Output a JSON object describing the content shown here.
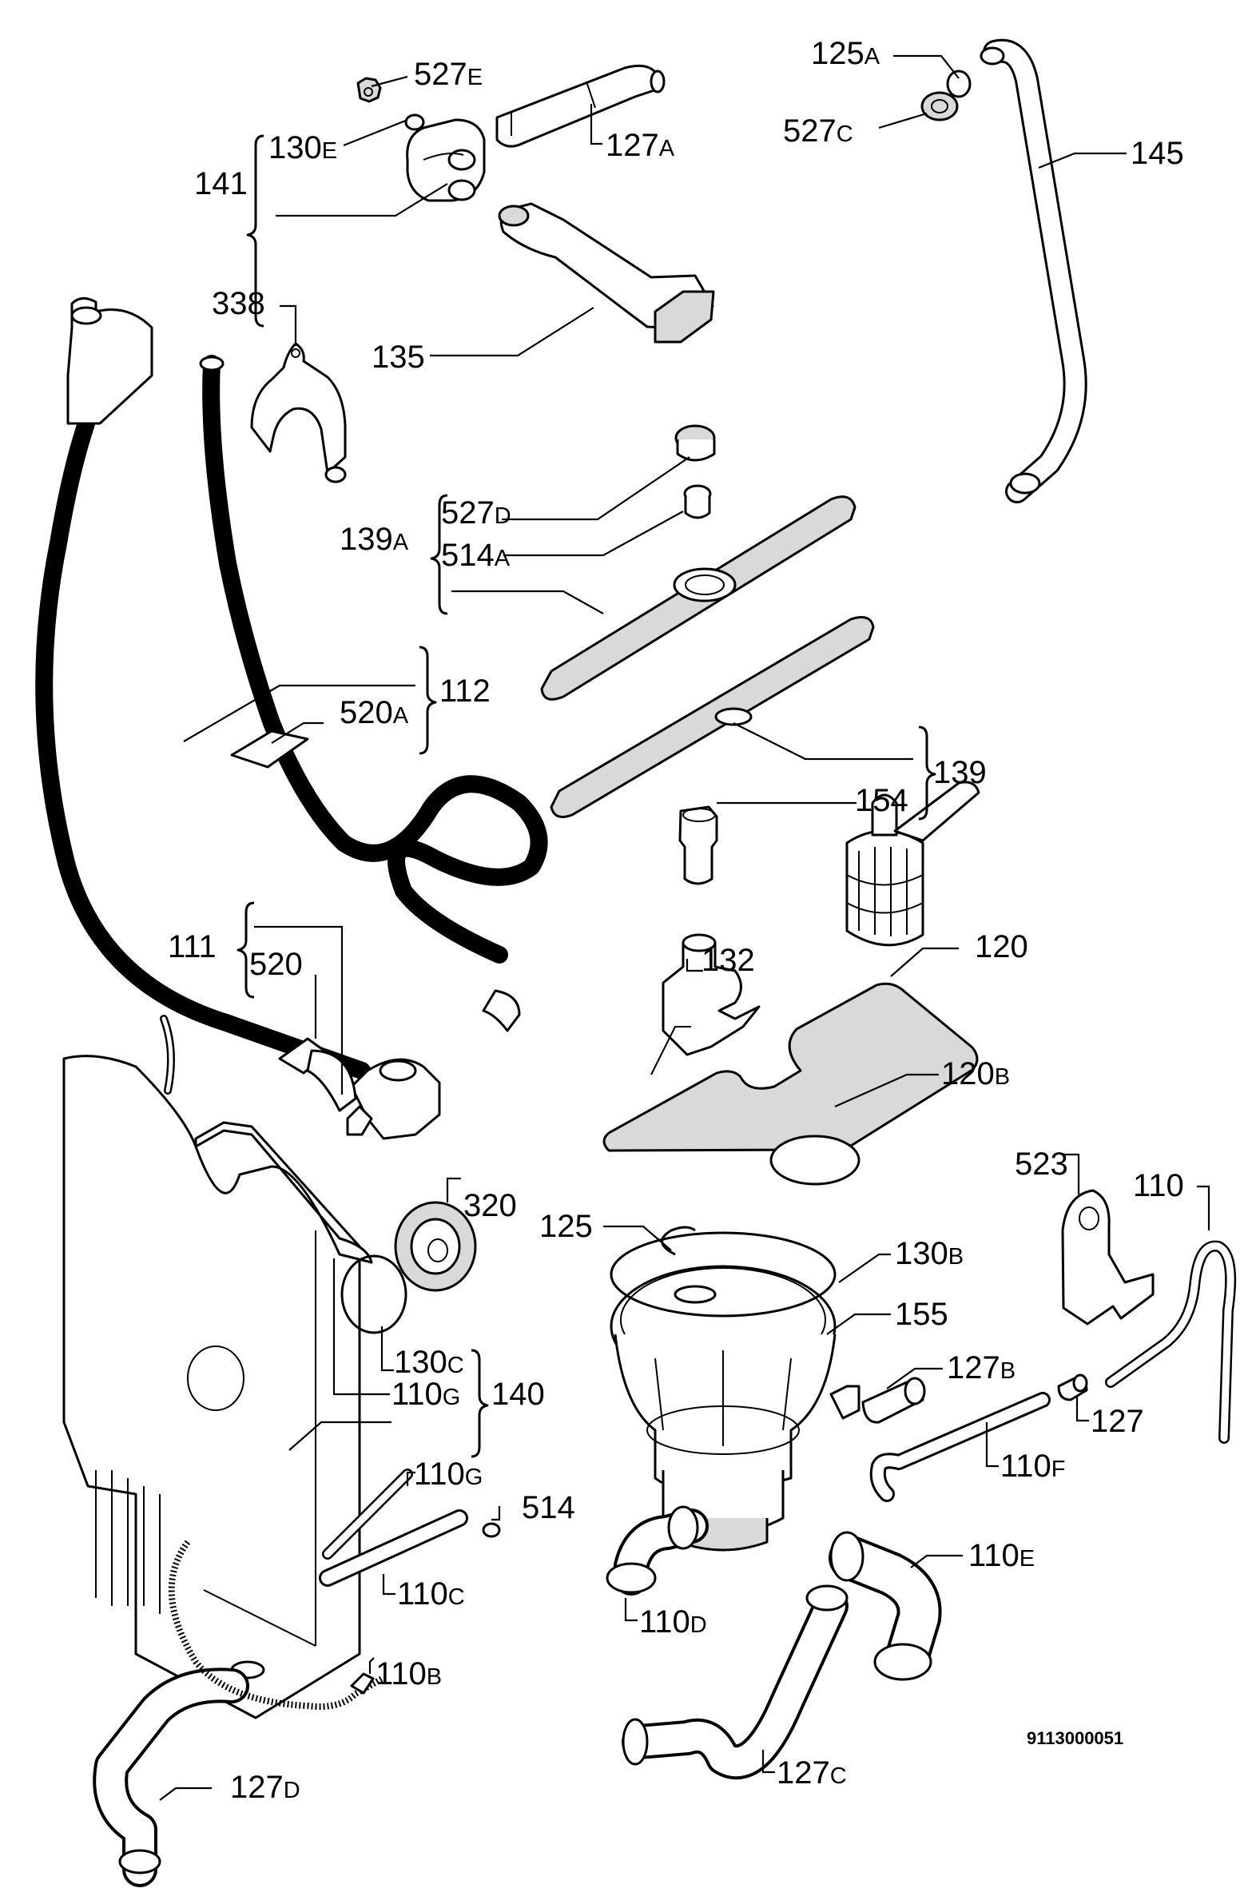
{
  "diagram": {
    "code": "9113000051",
    "labels": {
      "l527E": {
        "num": "527",
        "sfx": "E"
      },
      "l130E": {
        "num": "130",
        "sfx": "E"
      },
      "l141": {
        "num": "141",
        "sfx": ""
      },
      "l127A": {
        "num": "127",
        "sfx": "A"
      },
      "l125A": {
        "num": "125",
        "sfx": "A"
      },
      "l527C": {
        "num": "527",
        "sfx": "C"
      },
      "l145": {
        "num": "145",
        "sfx": ""
      },
      "l338": {
        "num": "338",
        "sfx": ""
      },
      "l135": {
        "num": "135",
        "sfx": ""
      },
      "l139A": {
        "num": "139",
        "sfx": "A"
      },
      "l527D": {
        "num": "527",
        "sfx": "D"
      },
      "l514A": {
        "num": "514",
        "sfx": "A"
      },
      "l112": {
        "num": "112",
        "sfx": ""
      },
      "l520A": {
        "num": "520",
        "sfx": "A"
      },
      "l139": {
        "num": "139",
        "sfx": ""
      },
      "l154": {
        "num": "154",
        "sfx": ""
      },
      "l111": {
        "num": "111",
        "sfx": ""
      },
      "l520": {
        "num": "520",
        "sfx": ""
      },
      "l132": {
        "num": "132",
        "sfx": ""
      },
      "l120": {
        "num": "120",
        "sfx": ""
      },
      "l120B": {
        "num": "120",
        "sfx": "B"
      },
      "l523": {
        "num": "523",
        "sfx": ""
      },
      "l110": {
        "num": "110",
        "sfx": ""
      },
      "l320": {
        "num": "320",
        "sfx": ""
      },
      "l125": {
        "num": "125",
        "sfx": ""
      },
      "l130B": {
        "num": "130",
        "sfx": "B"
      },
      "l155": {
        "num": "155",
        "sfx": ""
      },
      "l130C": {
        "num": "130",
        "sfx": "C"
      },
      "l140": {
        "num": "140",
        "sfx": ""
      },
      "l110G": {
        "num": "110",
        "sfx": "G"
      },
      "l127B": {
        "num": "127",
        "sfx": "B"
      },
      "l127": {
        "num": "127",
        "sfx": ""
      },
      "l110F": {
        "num": "110",
        "sfx": "F"
      },
      "l110G2": {
        "num": "110",
        "sfx": "G"
      },
      "l514": {
        "num": "514",
        "sfx": ""
      },
      "l110C": {
        "num": "110",
        "sfx": "C"
      },
      "l110D": {
        "num": "110",
        "sfx": "D"
      },
      "l110E": {
        "num": "110",
        "sfx": "E"
      },
      "l110B": {
        "num": "110",
        "sfx": "B"
      },
      "l127C": {
        "num": "127",
        "sfx": "C"
      },
      "l127D": {
        "num": "127",
        "sfx": "D"
      }
    }
  }
}
